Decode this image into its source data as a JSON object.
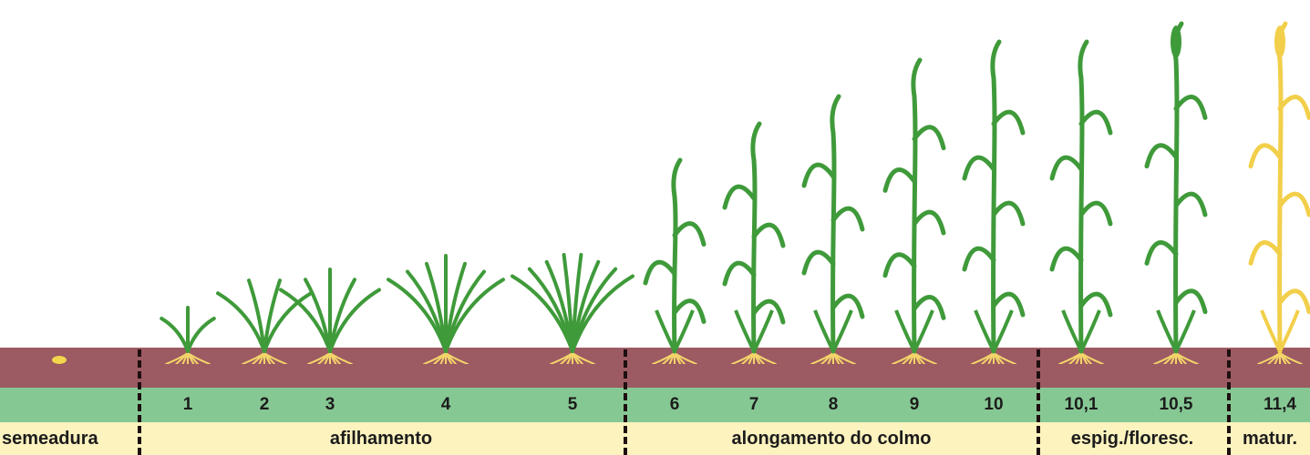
{
  "diagram": {
    "stage_numbers": [
      "1",
      "2",
      "3",
      "4",
      "5",
      "6",
      "7",
      "8",
      "9",
      "10",
      "10,1",
      "10,5",
      "11,4"
    ],
    "phases": [
      "semeadura",
      "afilhamento",
      "alongamento do colmo",
      "espig./floresc.",
      "matur."
    ],
    "colors": {
      "soil": "#9c5a62",
      "stage_band": "#86c894",
      "phase_band": "#fdf3bf",
      "leaf": "#3f9a3a",
      "root": "#f3d46a",
      "mature_plant": "#f2cf4a",
      "seed": "#f2d64c"
    },
    "icons": [
      "seed-icon",
      "wheat-plant-icon",
      "roots-icon",
      "wheat-ear-icon"
    ]
  }
}
